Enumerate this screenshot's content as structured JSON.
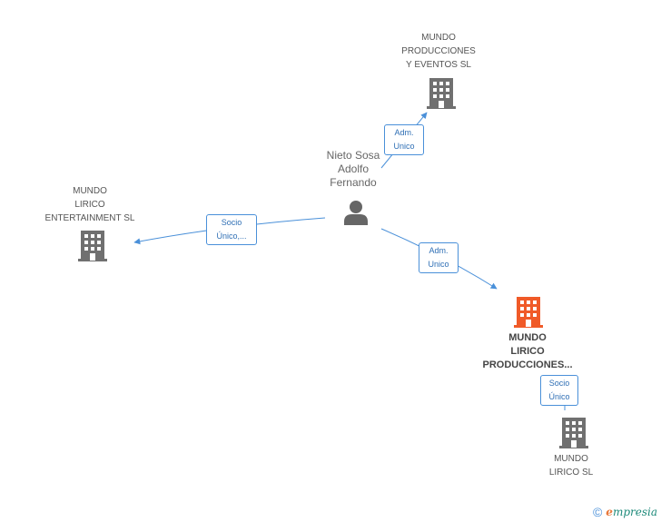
{
  "nodes": {
    "person": {
      "lines": [
        "Nieto Sosa",
        "Adolfo",
        "Fernando"
      ]
    },
    "eventos": {
      "lines": [
        "MUNDO",
        "PRODUCCIONES",
        "Y EVENTOS  SL"
      ]
    },
    "entertainment": {
      "lines": [
        "MUNDO",
        "LIRICO",
        "ENTERTAINMENT SL"
      ]
    },
    "producciones": {
      "lines": [
        "MUNDO",
        "LIRICO",
        "PRODUCCIONES..."
      ]
    },
    "lirico": {
      "lines": [
        "MUNDO",
        "LIRICO  SL"
      ]
    }
  },
  "edges": {
    "to_eventos": {
      "lines": [
        "Adm.",
        "Unico"
      ]
    },
    "to_entertainment": {
      "lines": [
        "Socio",
        "Único,..."
      ]
    },
    "to_producciones": {
      "lines": [
        "Adm.",
        "Unico"
      ]
    },
    "prod_to_lirico": {
      "lines": [
        "Socio",
        "Único"
      ]
    }
  },
  "colors": {
    "edge": "#4a90d9",
    "building": "#707070",
    "building_focus": "#f05a28",
    "person": "#666666"
  },
  "icons": {
    "building": "building-icon",
    "person": "person-icon",
    "copyright": "copyright-icon"
  },
  "footer": {
    "copyright": "©",
    "brand_first": "e",
    "brand_rest": "mpresia"
  }
}
